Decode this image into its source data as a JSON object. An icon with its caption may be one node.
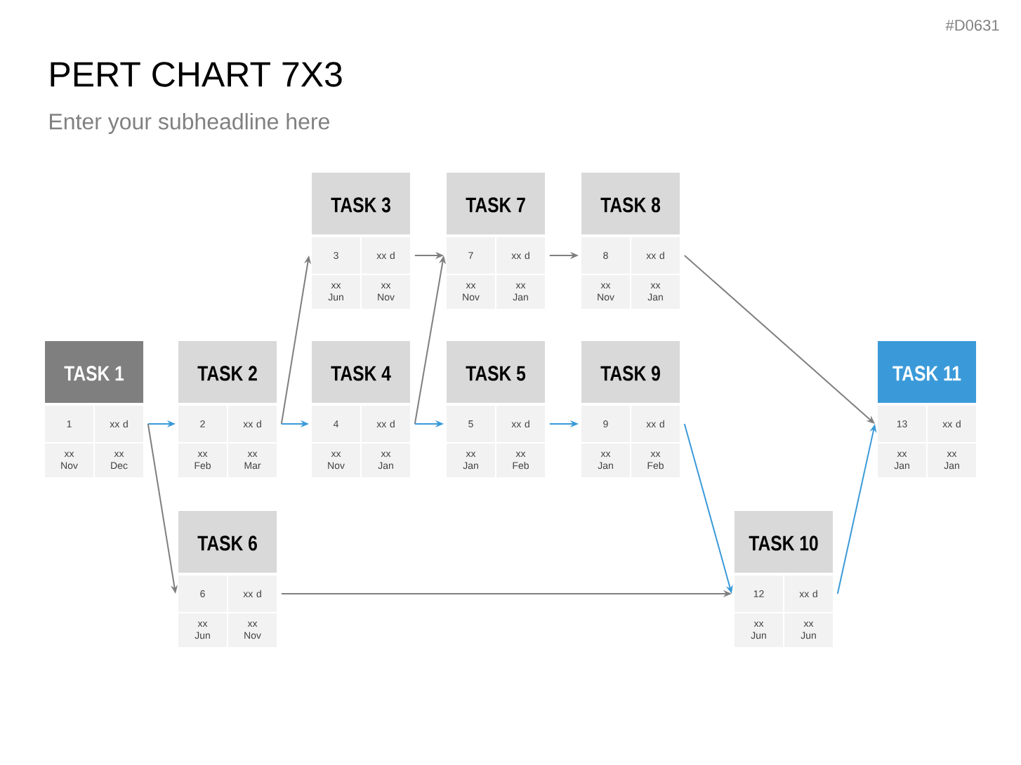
{
  "diagram": {
    "title": "PERT CHART 7X3",
    "nodes": [
      {
        "text": [
          "TASK 1",
          "1",
          "xx d",
          "xx Nov",
          "xx Dec"
        ]
      },
      {
        "text": [
          "TASK 2",
          "2",
          "xx d",
          "xx Feb",
          "xx Mar"
        ]
      },
      {
        "text": [
          "TASK 3",
          "3",
          "xx d",
          "xx Jun",
          "xx Nov"
        ]
      },
      {
        "text": [
          "TASK 4",
          "4",
          "xx d",
          "xx Nov",
          "xx Jan"
        ]
      },
      {
        "text": [
          "TASK 5",
          "5",
          "xx d",
          "xx Jan",
          "xx Feb"
        ]
      },
      {
        "text": [
          "TASK 6",
          "6",
          "xx d",
          "xx Jun",
          "xx Nov"
        ]
      },
      {
        "text": [
          "TASK 7",
          "7",
          "xx d",
          "xx Nov",
          "xx Jan"
        ]
      },
      {
        "text": [
          "TASK 8",
          "8",
          "xx d",
          "xx Nov",
          "xx Jan"
        ]
      },
      {
        "text": [
          "TASK 9",
          "9",
          "xx d",
          "xx Jan",
          "xx Feb"
        ]
      },
      {
        "text": [
          "TASK 10",
          "12",
          "xx d",
          "xx Jun",
          "xx Jun"
        ]
      },
      {
        "text": [
          "TASK 11",
          "13",
          "xx d",
          "xx Jan",
          "xx Jan"
        ]
      }
    ],
    "edges": [
      {
        "from": 0,
        "to": 1,
        "arrow": "to",
        "color": "#3a9ad9"
      },
      {
        "from": 0,
        "to": 5,
        "arrow": "to"
      },
      {
        "from": 1,
        "to": 2,
        "arrow": "to"
      },
      {
        "from": 1,
        "to": 3,
        "arrow": "to",
        "color": "#3a9ad9"
      },
      {
        "from": 2,
        "to": 6,
        "arrow": "to"
      },
      {
        "from": 3,
        "to": 6,
        "arrow": "to"
      },
      {
        "from": 3,
        "to": 4,
        "arrow": "to",
        "color": "#3a9ad9"
      },
      {
        "from": 6,
        "to": 7,
        "arrow": "to"
      },
      {
        "from": 4,
        "to": 8,
        "arrow": "to",
        "color": "#3a9ad9"
      },
      {
        "from": 7,
        "to": 10,
        "arrow": "to"
      },
      {
        "from": 8,
        "to": 9,
        "arrow": "to",
        "color": "#3a9ad9"
      },
      {
        "from": 5,
        "to": 9,
        "arrow": "to"
      },
      {
        "from": 9,
        "to": 10,
        "arrow": "to",
        "color": "#3a9ad9"
      }
    ],
    "labels": [
      "#D0631",
      "Enter your subheadline here"
    ]
  }
}
